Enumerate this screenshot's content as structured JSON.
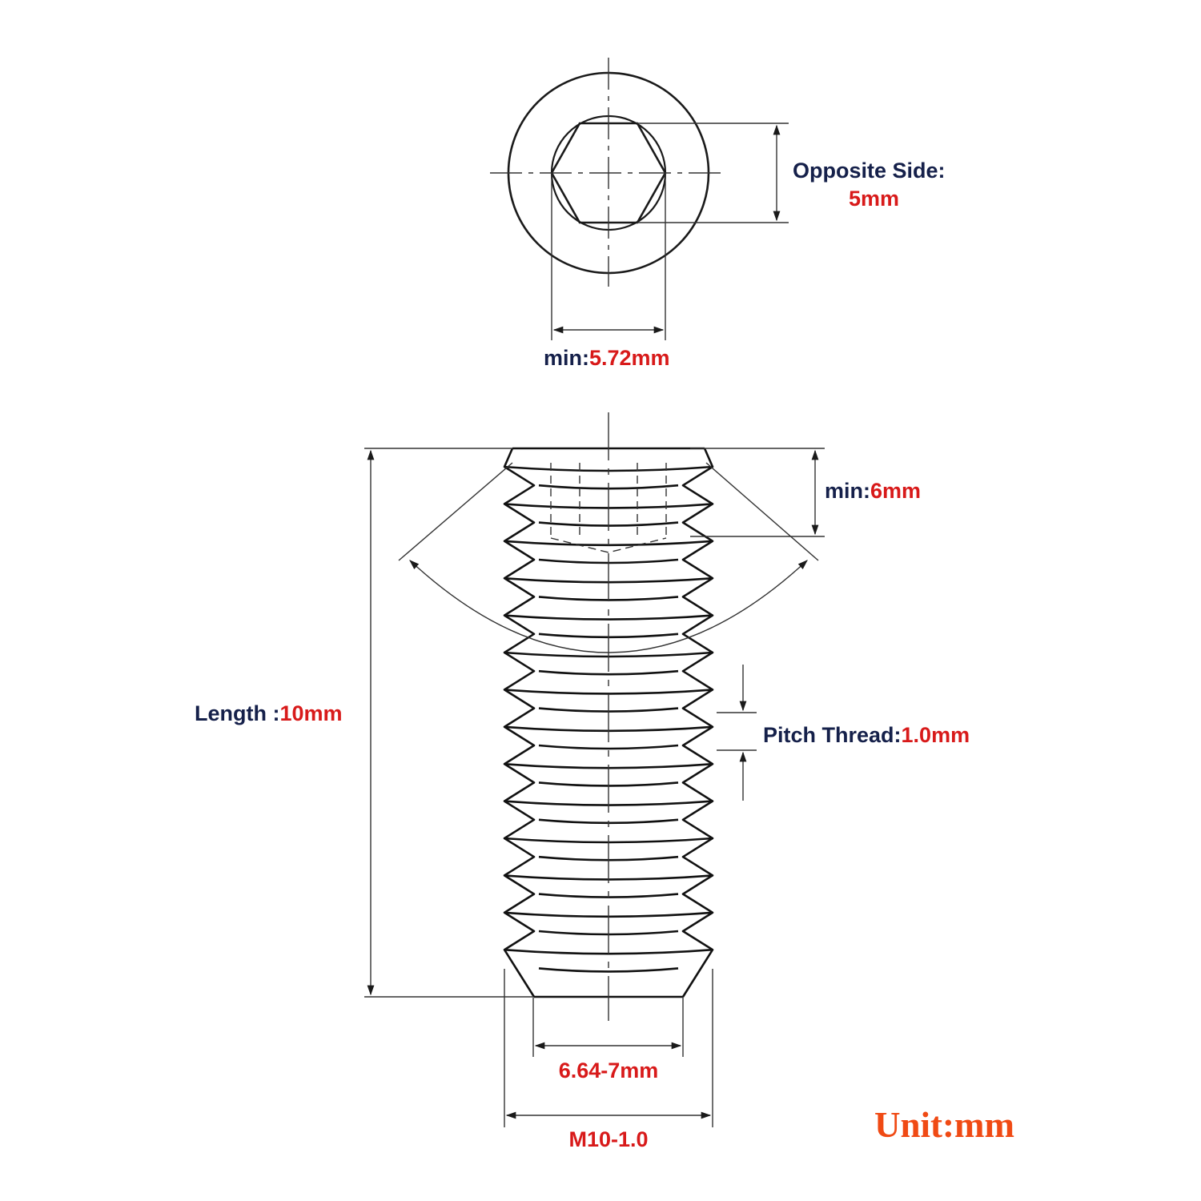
{
  "colors": {
    "label": "#15204a",
    "value": "#d81a1a",
    "unit": "#f04a14",
    "line": "#1a1a1a"
  },
  "top_view": {
    "opposite_side_label": "Opposite Side:",
    "opposite_side_value": "5mm",
    "corner_prefix": "min:",
    "corner_value": "5.72mm"
  },
  "side_view": {
    "socket_depth_prefix": "min:",
    "socket_depth_value": "6mm",
    "length_label": "Length :",
    "length_value": "10mm",
    "pitch_label": "Pitch Thread:",
    "pitch_value": "1.0mm",
    "minor_diameter": "6.64-7mm",
    "thread_spec": "M10-1.0"
  },
  "unit_note": "Unit:mm"
}
